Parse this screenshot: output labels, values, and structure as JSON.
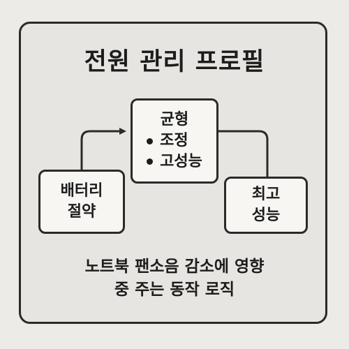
{
  "title": "전원 관리 프로필",
  "nodes": {
    "balanced": {
      "label": "균형",
      "items": [
        "조정",
        "고성능"
      ]
    },
    "battery": {
      "line1": "배터리",
      "line2": "절약"
    },
    "performance": {
      "line1": "최고",
      "line2": "성능"
    }
  },
  "description": {
    "line1": "노트북 팬소음 감소에 영향",
    "line2": "중 주는 동작 로직"
  },
  "colors": {
    "background": "#ecebe7",
    "frame": "#e6e5e1",
    "box": "#f7f6f3",
    "stroke": "#2a2a2a"
  }
}
